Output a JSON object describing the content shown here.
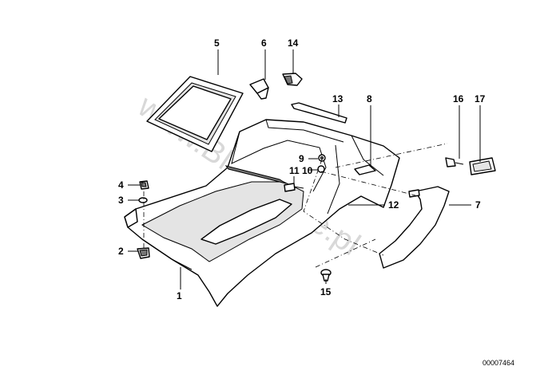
{
  "watermark": "www.BMWstore.pl",
  "reference_number": "00007464",
  "callouts": {
    "c1": "1",
    "c2": "2",
    "c3": "3",
    "c4": "4",
    "c5": "5",
    "c6": "6",
    "c7": "7",
    "c8": "8",
    "c9": "9",
    "c10": "10",
    "c11": "11",
    "c12": "12",
    "c13": "13",
    "c14": "14",
    "c15": "15",
    "c16": "16",
    "c17": "17"
  }
}
